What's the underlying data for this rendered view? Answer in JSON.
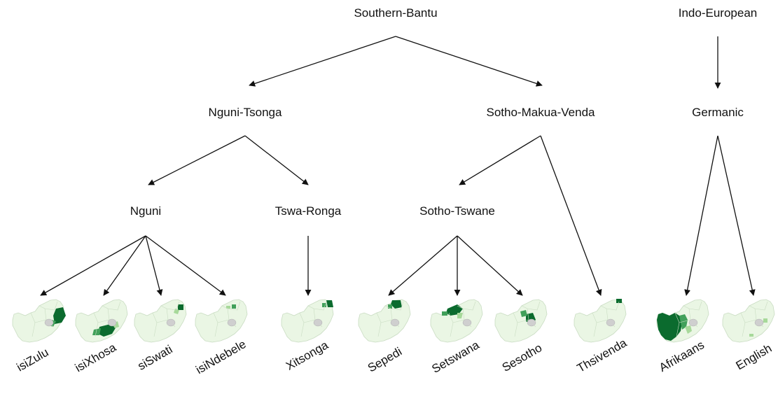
{
  "tree": {
    "nodes": [
      {
        "id": "southern-bantu",
        "label": "Southern-Bantu"
      },
      {
        "id": "indo-european",
        "label": "Indo-European"
      },
      {
        "id": "nguni-tsonga",
        "label": "Nguni-Tsonga"
      },
      {
        "id": "sotho-makua-venda",
        "label": "Sotho-Makua-Venda"
      },
      {
        "id": "germanic",
        "label": "Germanic"
      },
      {
        "id": "nguni",
        "label": "Nguni"
      },
      {
        "id": "tswa-ronga",
        "label": "Tswa-Ronga"
      },
      {
        "id": "sotho-tswane",
        "label": "Sotho-Tswane"
      }
    ],
    "leaves": [
      {
        "id": "isizulu",
        "label": "isiZulu"
      },
      {
        "id": "isixhosa",
        "label": "isiXhosa"
      },
      {
        "id": "siswati",
        "label": "siSwati"
      },
      {
        "id": "isindebele",
        "label": "isiNdebele"
      },
      {
        "id": "xitsonga",
        "label": "Xitsonga"
      },
      {
        "id": "sepedi",
        "label": "Sepedi"
      },
      {
        "id": "setswana",
        "label": "Setswana"
      },
      {
        "id": "sesotho",
        "label": "Sesotho"
      },
      {
        "id": "thsivenda",
        "label": "Thsivenda"
      },
      {
        "id": "afrikaans",
        "label": "Afrikaans"
      },
      {
        "id": "english",
        "label": "English"
      }
    ],
    "edges": [
      [
        "southern-bantu",
        "nguni-tsonga"
      ],
      [
        "southern-bantu",
        "sotho-makua-venda"
      ],
      [
        "indo-european",
        "germanic"
      ],
      [
        "nguni-tsonga",
        "nguni"
      ],
      [
        "nguni-tsonga",
        "tswa-ronga"
      ],
      [
        "sotho-makua-venda",
        "sotho-tswane"
      ],
      [
        "sotho-makua-venda",
        "thsivenda"
      ],
      [
        "germanic",
        "afrikaans"
      ],
      [
        "germanic",
        "english"
      ],
      [
        "nguni",
        "isizulu"
      ],
      [
        "nguni",
        "isixhosa"
      ],
      [
        "nguni",
        "siswati"
      ],
      [
        "nguni",
        "isindebele"
      ],
      [
        "tswa-ronga",
        "xitsonga"
      ],
      [
        "sotho-tswane",
        "sepedi"
      ],
      [
        "sotho-tswane",
        "setswana"
      ],
      [
        "sotho-tswane",
        "sesotho"
      ]
    ]
  },
  "colors": {
    "map_base": "#eaf6e4",
    "map_border": "#c9dcc2",
    "lesotho": "#cfcfcf",
    "light": "#a7d99a",
    "mid": "#41a05a",
    "dark": "#0b6b2e"
  }
}
